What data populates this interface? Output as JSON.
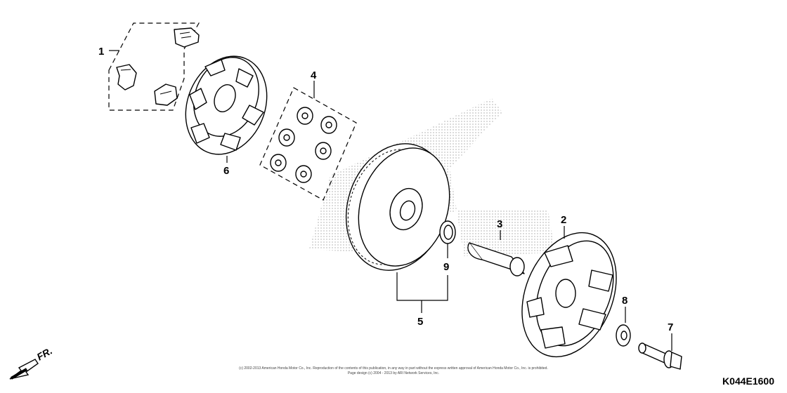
{
  "diagram": {
    "code": "K044E1600",
    "direction_label": "FR.",
    "copyright_lines": [
      "(c) 2002-2013 American Honda Motor Co., Inc. Reproduction of the contents of this publication, in any way in part without the express written approval of American Honda Motor Co., Inc. is prohibited.",
      "Page design (c) 2004 - 2013 by ARI Network Services, Inc."
    ],
    "callouts": [
      {
        "number": "1",
        "part": "slide-piece-set"
      },
      {
        "number": "2",
        "part": "drive-face"
      },
      {
        "number": "3",
        "part": "collar"
      },
      {
        "number": "4",
        "part": "weight-roller-set"
      },
      {
        "number": "5",
        "part": "movable-drive-face-assembly"
      },
      {
        "number": "6",
        "part": "ramp-plate"
      },
      {
        "number": "7",
        "part": "flange-bolt"
      },
      {
        "number": "8",
        "part": "washer"
      },
      {
        "number": "9",
        "part": "oil-seal"
      }
    ]
  }
}
